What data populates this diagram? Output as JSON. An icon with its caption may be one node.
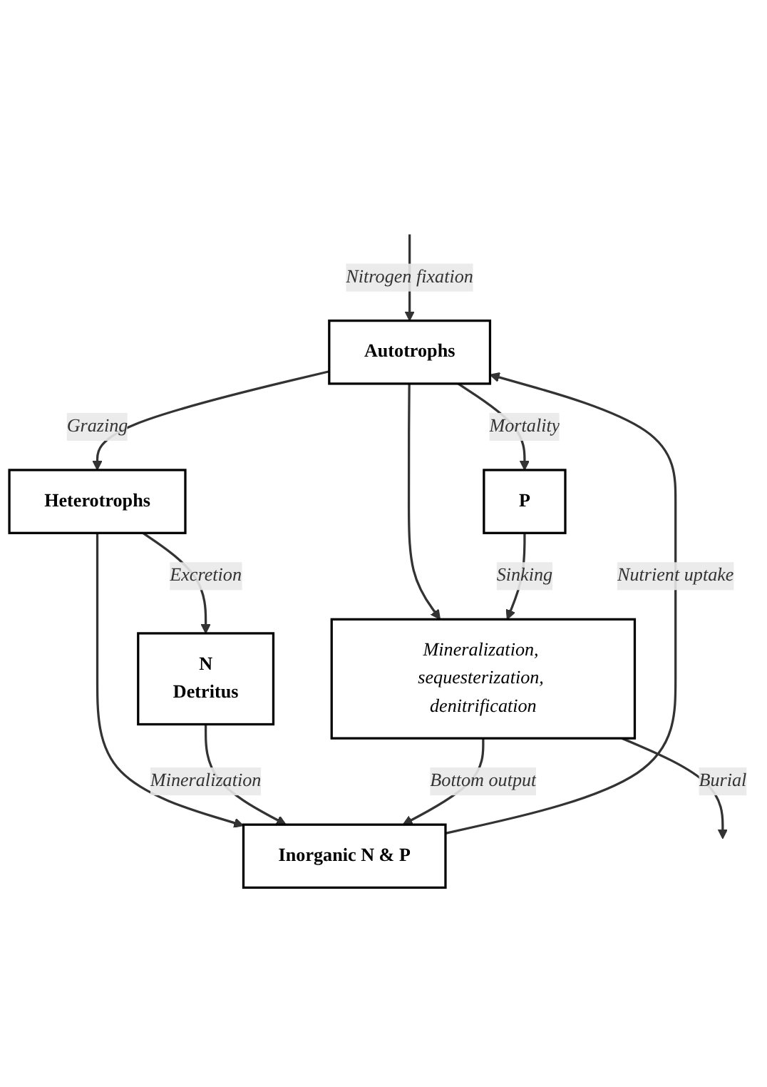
{
  "diagram": {
    "nodes": [
      {
        "text": [
          "Autotrophs"
        ]
      },
      {
        "text": [
          "Heterotrophs"
        ]
      },
      {
        "text": [
          "P"
        ]
      },
      {
        "text": [
          "N",
          "Detritus"
        ]
      },
      {
        "text": [
          "Inorganic N & P"
        ]
      },
      {
        "text": [
          "Mineralization, sequesterization, denitrification"
        ]
      }
    ],
    "edges": [
      {
        "from": null,
        "to": 0,
        "arrow": "to",
        "label": "Nitrogen fixation"
      },
      {
        "from": 0,
        "to": 1,
        "arrow": "to",
        "label": "Grazing"
      },
      {
        "from": 0,
        "to": 2,
        "arrow": "to",
        "label": "Mortality"
      },
      {
        "from": 1,
        "to": 3,
        "arrow": "to",
        "label": "Excretion"
      },
      {
        "from": 1,
        "to": 4,
        "arrow": "to"
      },
      {
        "from": 3,
        "to": 4,
        "arrow": "to",
        "label": "Mineralization"
      },
      {
        "from": 4,
        "to": 0,
        "arrow": "to",
        "label": "Nutrient uptake"
      },
      {
        "from": 0,
        "to": 5,
        "arrow": "to"
      },
      {
        "from": 2,
        "to": 5,
        "arrow": "to",
        "label": "Sinking"
      },
      {
        "from": 5,
        "to": 4,
        "arrow": "to",
        "label": "Bottom output"
      },
      {
        "from": 5,
        "to": null,
        "arrow": "to",
        "label": "Burial"
      }
    ]
  }
}
